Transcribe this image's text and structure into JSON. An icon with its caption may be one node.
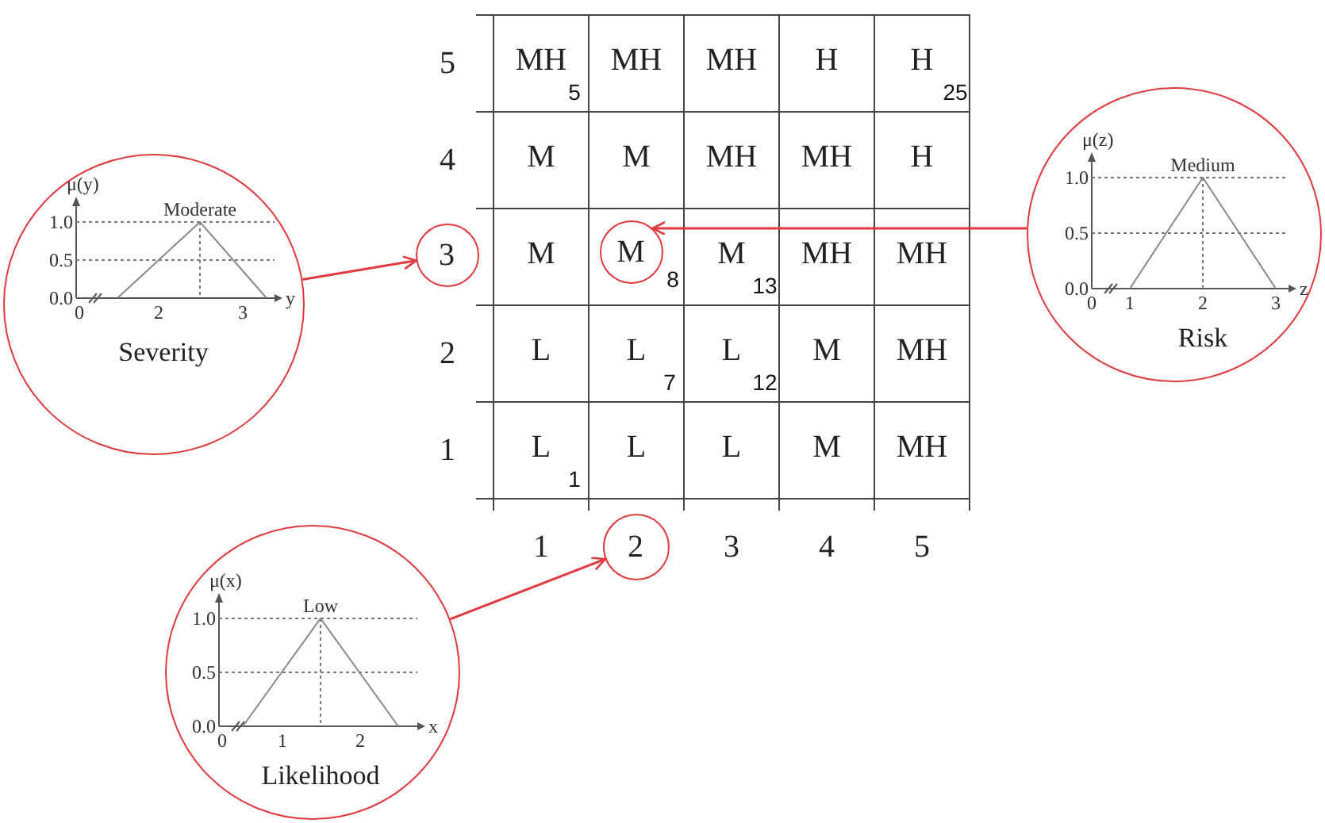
{
  "diagram": {
    "nodes": [
      {
        "text": [
          "μ(y)",
          "Moderate",
          "1.0",
          "0.5",
          "0.0",
          "0",
          "2",
          "3",
          "y",
          "Severity"
        ]
      },
      {
        "text": [
          "3"
        ]
      },
      {
        "text": [
          "M"
        ],
        "beside": [
          "8"
        ]
      },
      {
        "text": [
          "μ(z)",
          "Medium",
          "1.0",
          "0.5",
          "0.0",
          "0",
          "1",
          "2",
          "3",
          "z",
          "Risk"
        ]
      },
      {
        "text": [
          "μ(x)",
          "Low",
          "1.0",
          "0.5",
          "0.0",
          "0",
          "1",
          "2",
          "x",
          "Likelihood"
        ]
      },
      {
        "text": [
          "2"
        ]
      }
    ],
    "edges": [
      {
        "from": 0,
        "to": 1,
        "arrow": "to"
      },
      {
        "from": 3,
        "to": 2,
        "arrow": "to"
      },
      {
        "from": 4,
        "to": 5,
        "arrow": "to"
      }
    ],
    "labels": [
      "5",
      "MH",
      "5",
      "MH",
      "MH",
      "H",
      "H",
      "25",
      "4",
      "M",
      "M",
      "MH",
      "MH",
      "H",
      "M",
      "M",
      "13",
      "MH",
      "MH",
      "2",
      "L",
      "L",
      "7",
      "L",
      "12",
      "M",
      "MH",
      "1",
      "L",
      "1",
      "L",
      "L",
      "M",
      "MH",
      "1",
      "3",
      "4",
      "5"
    ]
  }
}
